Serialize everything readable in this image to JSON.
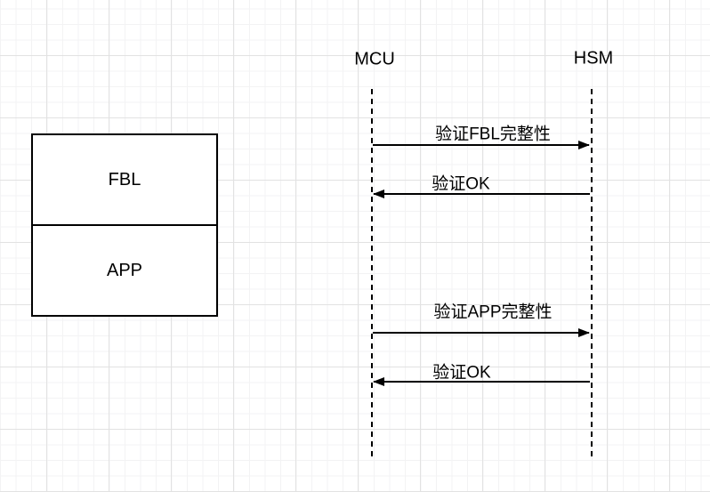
{
  "diagram": {
    "kind": "sequence-diagram-with-memory-layout",
    "stroke_color": "#000000",
    "background_color": "#ffffff",
    "grid": {
      "minor_color": "#f3f3f4",
      "major_color": "#e2e2e2"
    }
  },
  "module_box": {
    "cells": [
      {
        "label": "FBL"
      },
      {
        "label": "APP"
      }
    ]
  },
  "sequence": {
    "actors": [
      {
        "name": "MCU"
      },
      {
        "name": "HSM"
      }
    ],
    "messages": [
      {
        "label": "验证FBL完整性",
        "from": "MCU",
        "to": "HSM",
        "direction": "right"
      },
      {
        "label": "验证OK",
        "from": "HSM",
        "to": "MCU",
        "direction": "left"
      },
      {
        "label": "验证APP完整性",
        "from": "MCU",
        "to": "HSM",
        "direction": "right"
      },
      {
        "label": "验证OK",
        "from": "HSM",
        "to": "MCU",
        "direction": "left"
      }
    ]
  }
}
